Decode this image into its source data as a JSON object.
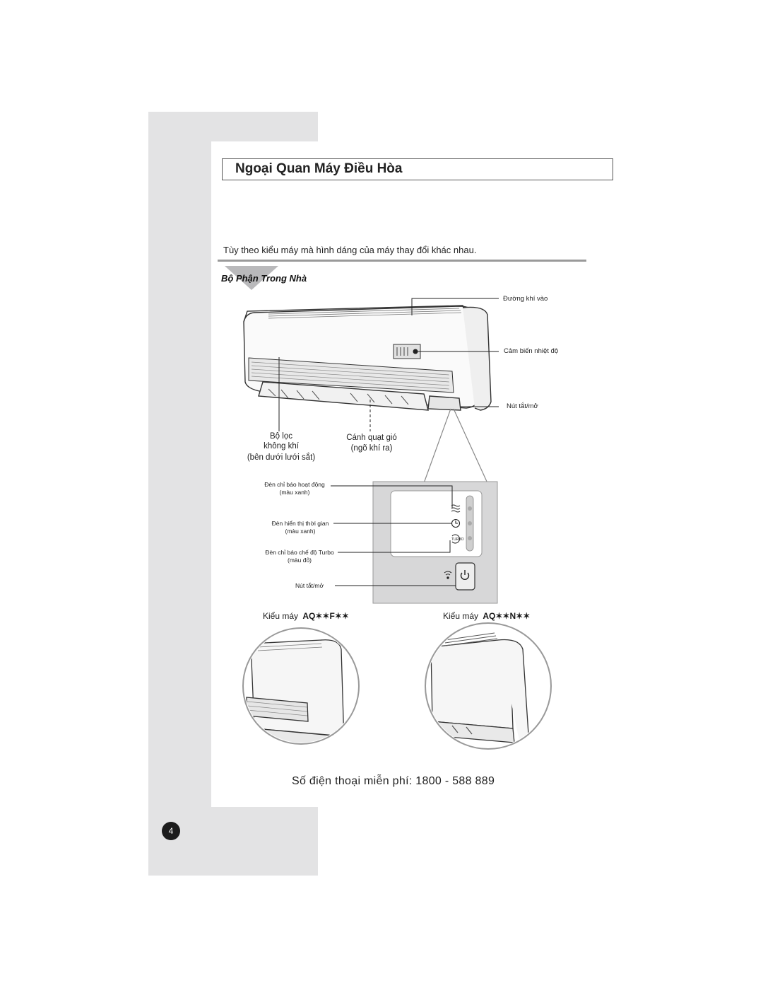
{
  "header": {
    "title": "Ngoại Quan Máy Điều Hòa"
  },
  "note": "Tùy theo kiểu máy mà hình dáng của máy thay đổi khác nhau.",
  "section_title": "Bộ Phận Trong Nhà",
  "callouts": {
    "air_inlet": "Đường khí vào",
    "temp_sensor": "Cảm biến nhiệt độ",
    "power_button": "Nút tắt/mở",
    "filter_line1": "Bộ lọc",
    "filter_line2": "không khí",
    "filter_line3": "(bên dưới lưới sắt)",
    "blade_line1": "Cánh quạt gió",
    "blade_line2": "(ngõ khí ra)"
  },
  "display_panel": {
    "operation_line1": "Đèn chỉ báo hoạt động",
    "operation_line2": "(màu xanh)",
    "timer_line1": "Đèn hiển thị thời gian",
    "timer_line2": "(màu xanh)",
    "turbo_line1": "Đèn chỉ báo chế độ Turbo",
    "turbo_line2": "(màu đỏ)",
    "power_label": "Nút tắt/mở",
    "turbo_icon_text": "TURBO"
  },
  "models": {
    "model_f_prefix": "Kiểu máy",
    "model_f_code": "AQ✶✶F✶✶",
    "model_n_prefix": "Kiểu máy",
    "model_n_code": "AQ✶✶N✶✶"
  },
  "footer": {
    "hotline": "Số điện thoại miễn phí: 1800 - 588 889",
    "page_number": "4"
  },
  "colors": {
    "sidebar": "#e3e3e4",
    "panel_box": "#d7d7d8",
    "badge": "#1c1c1c"
  }
}
